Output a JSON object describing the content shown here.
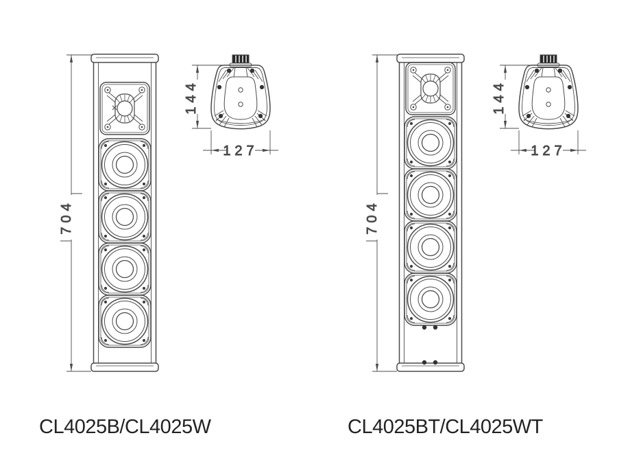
{
  "drawing": {
    "line_color": "#4a4a4a",
    "dim_color": "#4c4c4c",
    "label_color": "#232323",
    "background": "#ffffff"
  },
  "left_figure": {
    "model_label": "CL4025B/CL4025W",
    "height_dim": "704",
    "depth_dim": "144",
    "width_dim": "127",
    "drivers": {
      "tweeters": 1,
      "woofers": 4
    }
  },
  "right_figure": {
    "model_label": "CL4025BT/CL4025WT",
    "height_dim": "704",
    "depth_dim": "144",
    "width_dim": "127",
    "drivers": {
      "tweeters": 1,
      "woofers": 4
    }
  }
}
